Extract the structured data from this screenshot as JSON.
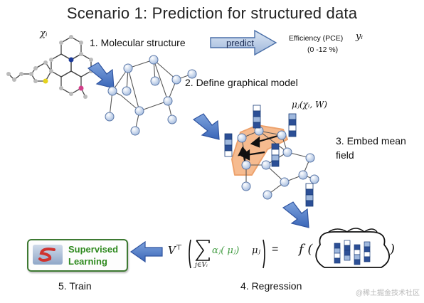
{
  "title": "Scenario 1: Prediction for structured data",
  "steps": {
    "s1": "1. Molecular structure",
    "s2": "2. Define graphical model",
    "s3_line1": "3. Embed mean",
    "s3_line2": "field",
    "s4": "4. Regression",
    "s5": "5. Train"
  },
  "predict_label": "predict",
  "output": {
    "efficiency": "Efficiency (PCE)",
    "range": "(0 -12 %)",
    "y_symbol": "yᵢ"
  },
  "chi_symbol": "χᵢ",
  "mu_label": "μⱼ(χᵢ, W)",
  "regression_formula": {
    "v_top": "V",
    "sup": "⊤",
    "sum_index": "j∈Vᵢ",
    "alpha_term": "αⱼ( μⱼ)",
    "mu_term": "μⱼ",
    "equals": "=",
    "f_open": "f (",
    "f_close": ")"
  },
  "supervised": {
    "line1": "Supervised",
    "line2": "Learning"
  },
  "watermark": "@稀土掘金技术社区",
  "colors": {
    "arrow_blue": "#4472c4",
    "node_fill": "#c5d6ef",
    "highlight_orange": "#f4a56a",
    "green_border": "#3e7a33",
    "supervised_text": "#2f8a1f"
  }
}
